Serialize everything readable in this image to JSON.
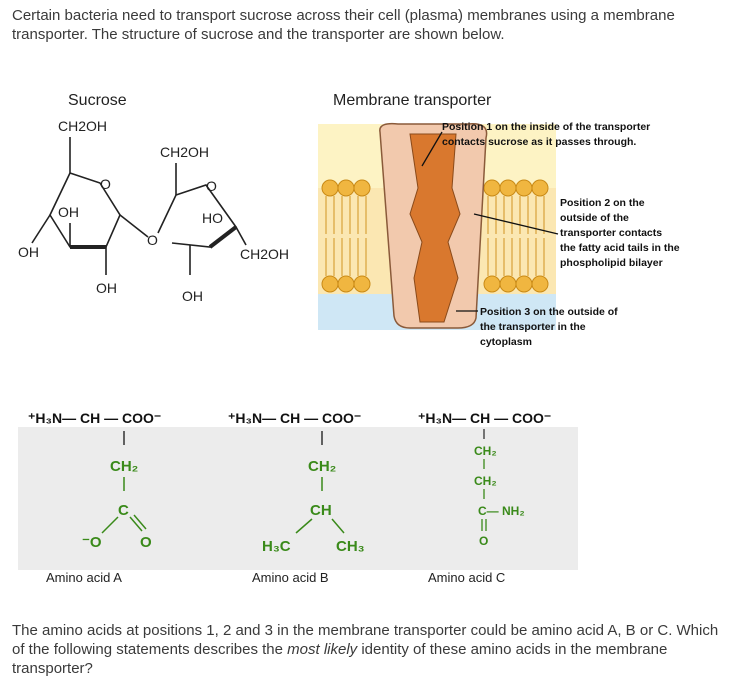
{
  "intro": "Certain bacteria need to transport sucrose across their cell (plasma) membranes using a membrane transporter. The structure of sucrose and the transporter are shown below.",
  "sucrose": {
    "title": "Sucrose",
    "groups": {
      "ch2oh_a": "CH2OH",
      "ch2oh_b": "CH2OH",
      "ch2oh_c": "CH2OH",
      "oh_1": "OH",
      "oh_2": "OH",
      "oh_3": "OH",
      "oh_4": "OH",
      "ho": "HO",
      "o_ring1": "O",
      "o_ring2": "O",
      "o_link": "O"
    }
  },
  "transporter": {
    "title": "Membrane transporter",
    "position1": [
      "Position 1 on the inside of the transporter",
      "contacts sucrose as it passes through."
    ],
    "position2": [
      "Position 2 on the",
      "outside of the",
      "transporter contacts",
      "the fatty acid tails in the",
      "phospholipid bilayer"
    ],
    "position3": [
      "Position 3 on the outside of",
      "the transporter in the",
      "cytoplasm"
    ]
  },
  "amino_acids": {
    "a": {
      "label": "Amino acid A"
    },
    "b": {
      "label": "Amino acid B"
    },
    "c": {
      "label": "Amino acid C"
    }
  },
  "question": {
    "part1": "The amino acids at positions 1, 2 and 3 in the membrane transporter could be amino acid A, B or C. Which of the following statements describes the ",
    "emphasis": "most likely",
    "part2": " identity of these amino acids in the membrane transporter?"
  }
}
